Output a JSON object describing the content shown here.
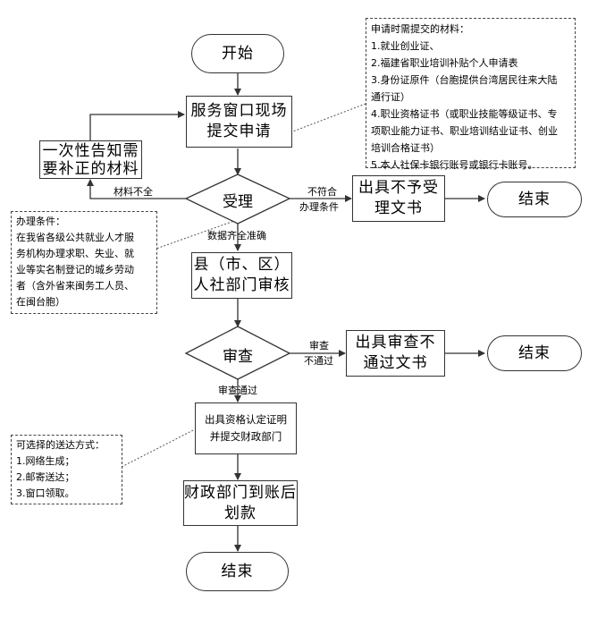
{
  "nodes": {
    "start": "开始",
    "apply_line1": "服务窗口现场",
    "apply_line2": "提交申请",
    "notify_line1": "一次性告知需",
    "notify_line2": "要补正的材料",
    "accept": "受理",
    "reject_doc_line1": "出具不予受",
    "reject_doc_line2": "理文书",
    "end1": "结束",
    "county_line1": "县（市、区）",
    "county_line2": "人社部门审核",
    "review": "审查",
    "fail_doc_line1": "出具审查不",
    "fail_doc_line2": "通过文书",
    "end2": "结束",
    "cert_line1": "出具资格认定证明",
    "cert_line2": "并提交财政部门",
    "finance_line1": "财政部门到账后",
    "finance_line2": "划款",
    "end3": "结束"
  },
  "edge_labels": {
    "incomplete": "材料不全",
    "noncompliant_line1": "不符合",
    "noncompliant_line2": "办理条件",
    "complete": "数据齐全准确",
    "fail_line1": "审查",
    "fail_line2": "不通过",
    "pass": "审查通过"
  },
  "notes": {
    "materials": [
      "申请时需提交的材料：",
      "1.就业创业证、",
      "2.福建省职业培训补贴个人申请表",
      "3.身份证原件（台胞提供台湾居民往来大陆",
      "通行证）",
      "4.职业资格证书（或职业技能等级证书、专",
      "项职业能力证书、职业培训结业证书、创业",
      "培训合格证书）",
      "5.本人社保卡银行账号或银行卡账号。"
    ],
    "conditions": [
      "办理条件：",
      "在我省各级公共就业人才服",
      "务机构办理求职、失业、就",
      "业等实名制登记的城乡劳动",
      "者（含外省来闽务工人员、",
      "在闽台胞）"
    ],
    "delivery": [
      "可选择的送达方式：",
      "1.网络生成；",
      "2.邮寄送达；",
      "3.窗口领取。"
    ]
  }
}
